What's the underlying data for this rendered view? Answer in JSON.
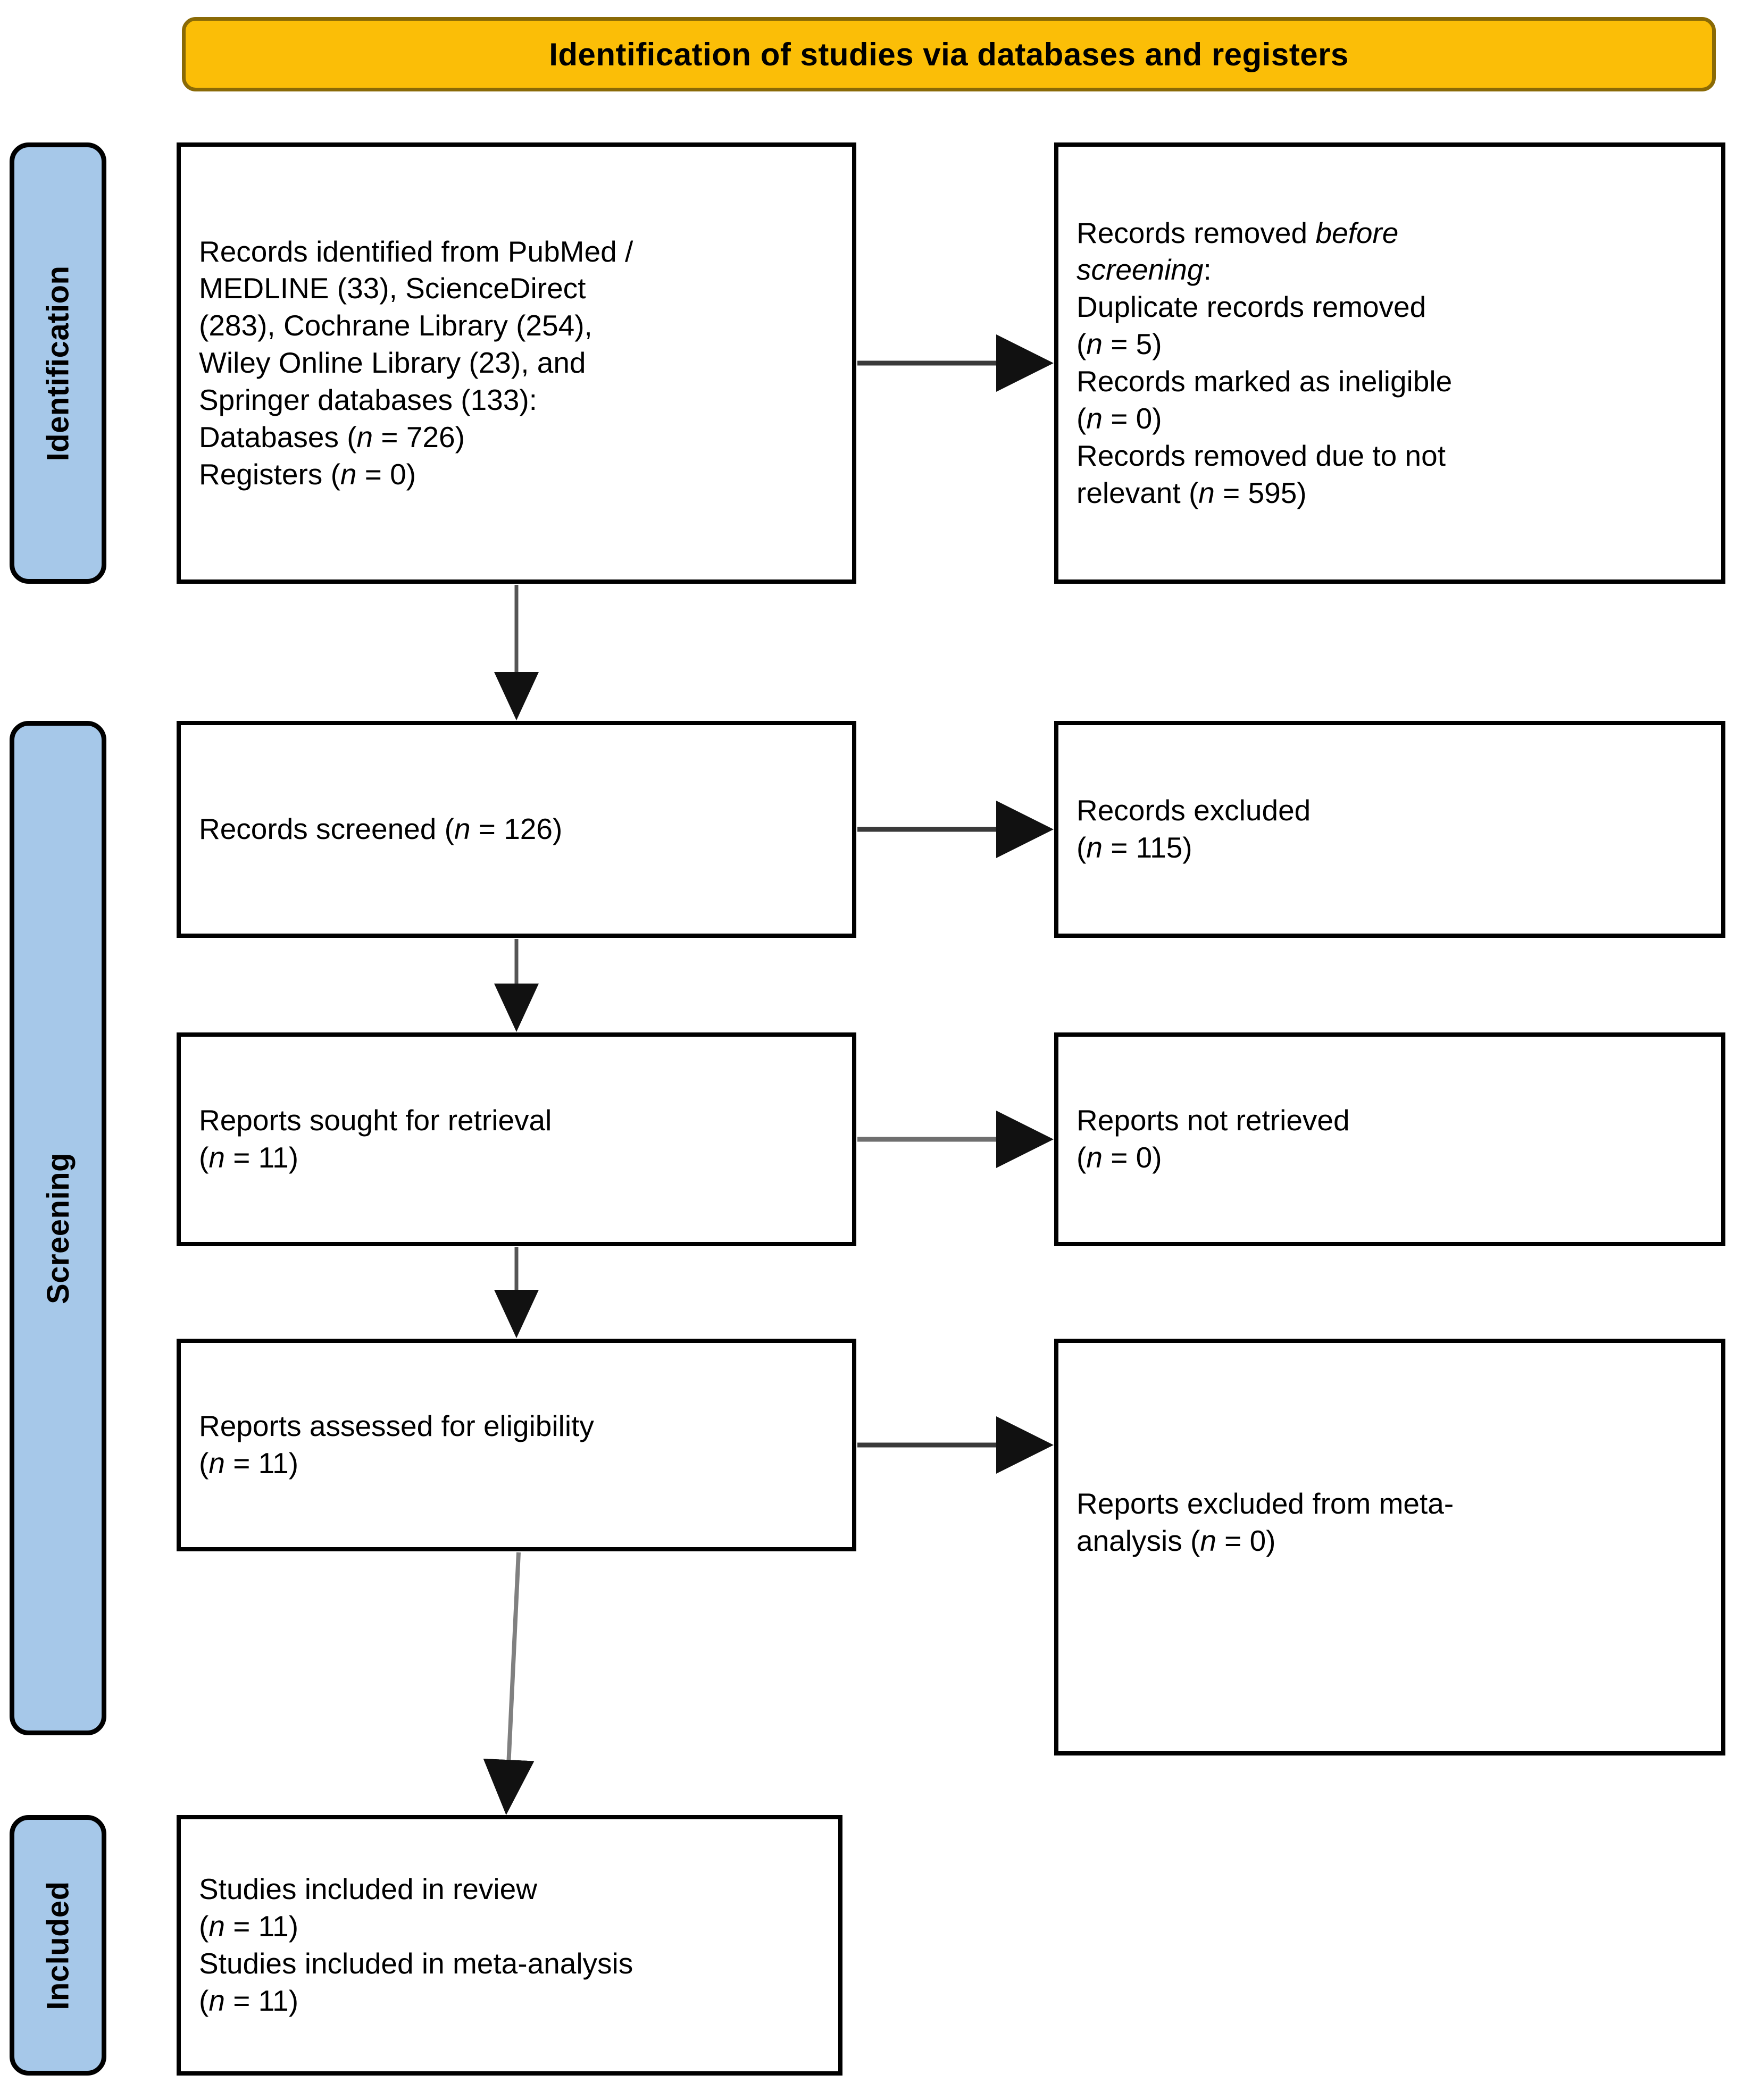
{
  "banner": {
    "title": "Identification of studies via databases and registers",
    "fill": "#FBBE07",
    "border": "#8A6A06"
  },
  "stages": [
    {
      "id": "identification",
      "label": "Identification",
      "fill": "#A6C8E9"
    },
    {
      "id": "screening",
      "label": "Screening",
      "fill": "#A6C8E9"
    },
    {
      "id": "included",
      "label": "Included",
      "fill": "#A6C8E9"
    }
  ],
  "boxes": {
    "identified": {
      "line1": "Records identified from PubMed /",
      "line2": "MEDLINE  (33), ScienceDirect",
      "line3": "(283), Cochrane Library (254),",
      "line4": "Wiley Online Library (23), and",
      "line5": "Springer databases (133):",
      "line6_label": "Databases (",
      "line6_n": "n",
      "line6_value": " = 726)",
      "line7_label": "Registers (",
      "line7_n": "n",
      "line7_value": " = 0)"
    },
    "removed": {
      "line1_a": "Records removed ",
      "line1_em": "before",
      "line2_em": "screening",
      "line2_b": ":",
      "line3": "Duplicate records removed",
      "line4_n": "n",
      "line4_value": " = 5)",
      "line5": "Records marked as ineligible",
      "line6_n": "n",
      "line6_value": " = 0)",
      "line7": "Records removed due to not",
      "line8_a": "relevant (",
      "line8_n": "n",
      "line8_value": " = 595)"
    },
    "screened": {
      "label": "Records screened (",
      "n": "n",
      "value": " = 126)"
    },
    "excluded": {
      "line1": "Records excluded",
      "line2_n": "n",
      "line2_value": " = 115)"
    },
    "sought": {
      "line1": "Reports sought for retrieval",
      "line2_n": "n",
      "line2_value": " = 11)"
    },
    "notretrieved": {
      "line1": "Reports not retrieved",
      "line2_n": "n",
      "line2_value": " = 0)"
    },
    "assessed": {
      "line1": "Reports assessed for eligibility",
      "line2_n": "n",
      "line2_value": " = 11)"
    },
    "excluded_meta": {
      "line1": "Reports excluded from meta-",
      "line2_a": "analysis (",
      "line2_n": "n",
      "line2_value": " = 0)"
    },
    "included": {
      "line1": "Studies included in review",
      "line2_n": "n",
      "line2_value": " = 11)",
      "line3": "Studies included in meta-analysis",
      "line4_n": "n",
      "line4_value": " = 11)"
    }
  },
  "colors": {
    "arrow_dark": "#2e2e2e",
    "arrow_gray": "#6f6f6f",
    "box_border": "#000000",
    "text": "#000000"
  }
}
